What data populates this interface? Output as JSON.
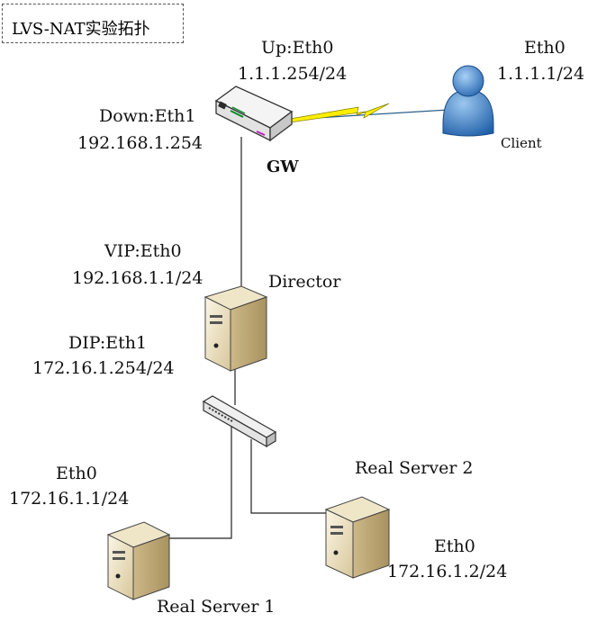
{
  "title": "LVS-NAT实验拓扑",
  "gateway": {
    "name": "GW",
    "up_iface": "Up:Eth0",
    "up_ip": "1.1.1.254/24",
    "down_iface": "Down:Eth1",
    "down_ip": "192.168.1.254"
  },
  "client": {
    "name": "Client",
    "iface": "Eth0",
    "ip": "1.1.1.1/24"
  },
  "director": {
    "name": "Director",
    "vip_iface": "VIP:Eth0",
    "vip": "192.168.1.1/24",
    "dip_iface": "DIP:Eth1",
    "dip": "172.16.1.254/24"
  },
  "real_server_1": {
    "name": "Real Server 1",
    "iface": "Eth0",
    "ip": "172.16.1.1/24"
  },
  "real_server_2": {
    "name": "Real Server 2",
    "iface": "Eth0",
    "ip": "172.16.1.2/24"
  },
  "colors": {
    "line": "#222222",
    "link_lightning": "#ffee00",
    "client_body": "#3a7cc4",
    "server_body": "#f1e5c4"
  }
}
